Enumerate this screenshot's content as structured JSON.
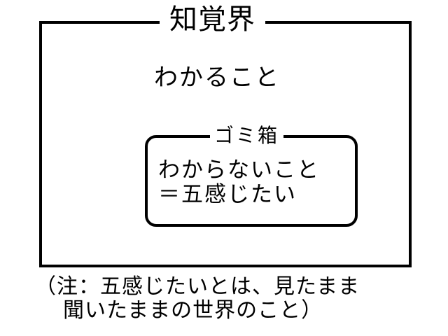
{
  "diagram": {
    "outer": {
      "title": "知覚界",
      "body": "わかること"
    },
    "inner": {
      "title": "ゴミ箱",
      "lines": [
        "わからないこと",
        "＝五感じたい"
      ]
    },
    "note": {
      "lines": [
        "（注：五感じたいとは、見たまま",
        "聞いたままの世界のこと）"
      ]
    }
  }
}
